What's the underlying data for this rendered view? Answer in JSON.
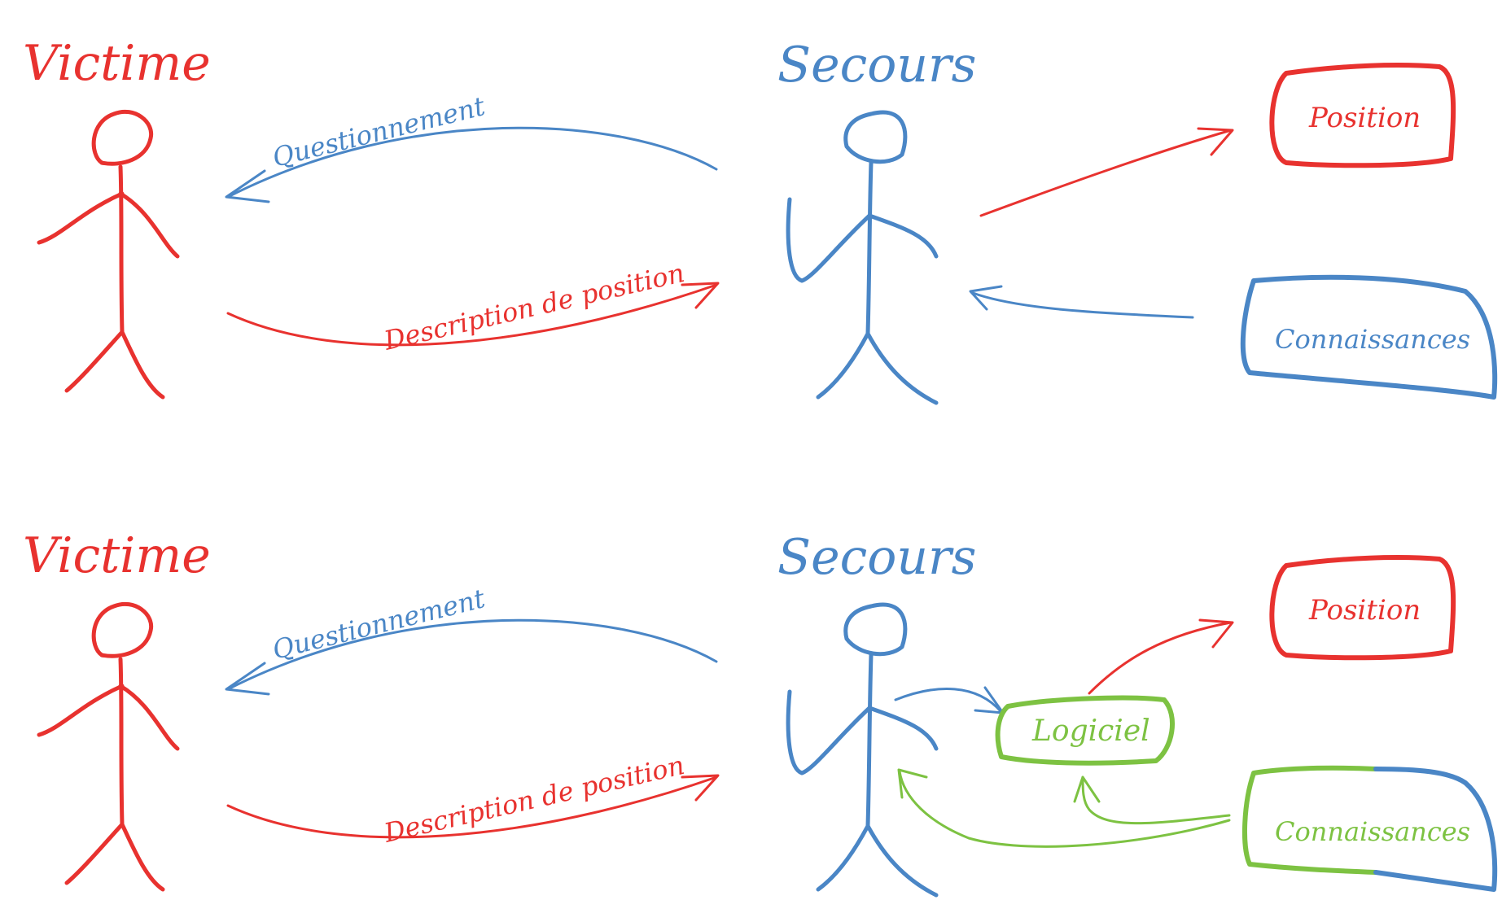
{
  "colors": {
    "victim": "#e8322f",
    "rescue": "#4a86c6",
    "software": "#7dc242"
  },
  "panel_top": {
    "victim_title": "Victime",
    "rescue_title": "Secours",
    "questioning_label": "Questionnement",
    "description_label": "Description de position",
    "position_label": "Position",
    "knowledge_label": "Connaissances"
  },
  "panel_bottom": {
    "victim_title": "Victime",
    "rescue_title": "Secours",
    "questioning_label": "Questionnement",
    "description_label": "Description de position",
    "position_label": "Position",
    "software_label": "Logiciel",
    "knowledge_label": "Connaissances"
  }
}
